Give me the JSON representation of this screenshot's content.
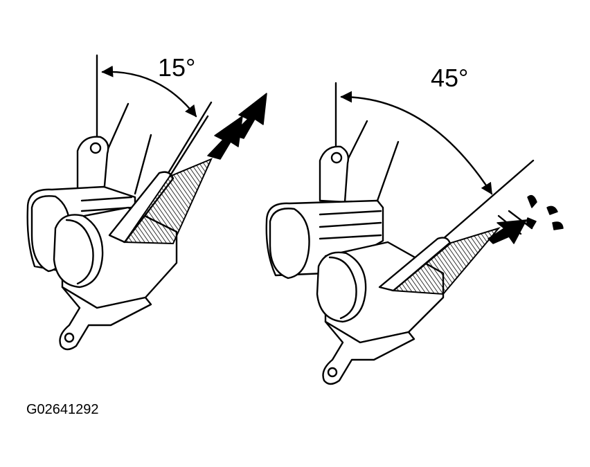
{
  "figure": {
    "left_angle_label": "15°",
    "right_angle_label": "45°",
    "figure_code": "G02641292"
  }
}
